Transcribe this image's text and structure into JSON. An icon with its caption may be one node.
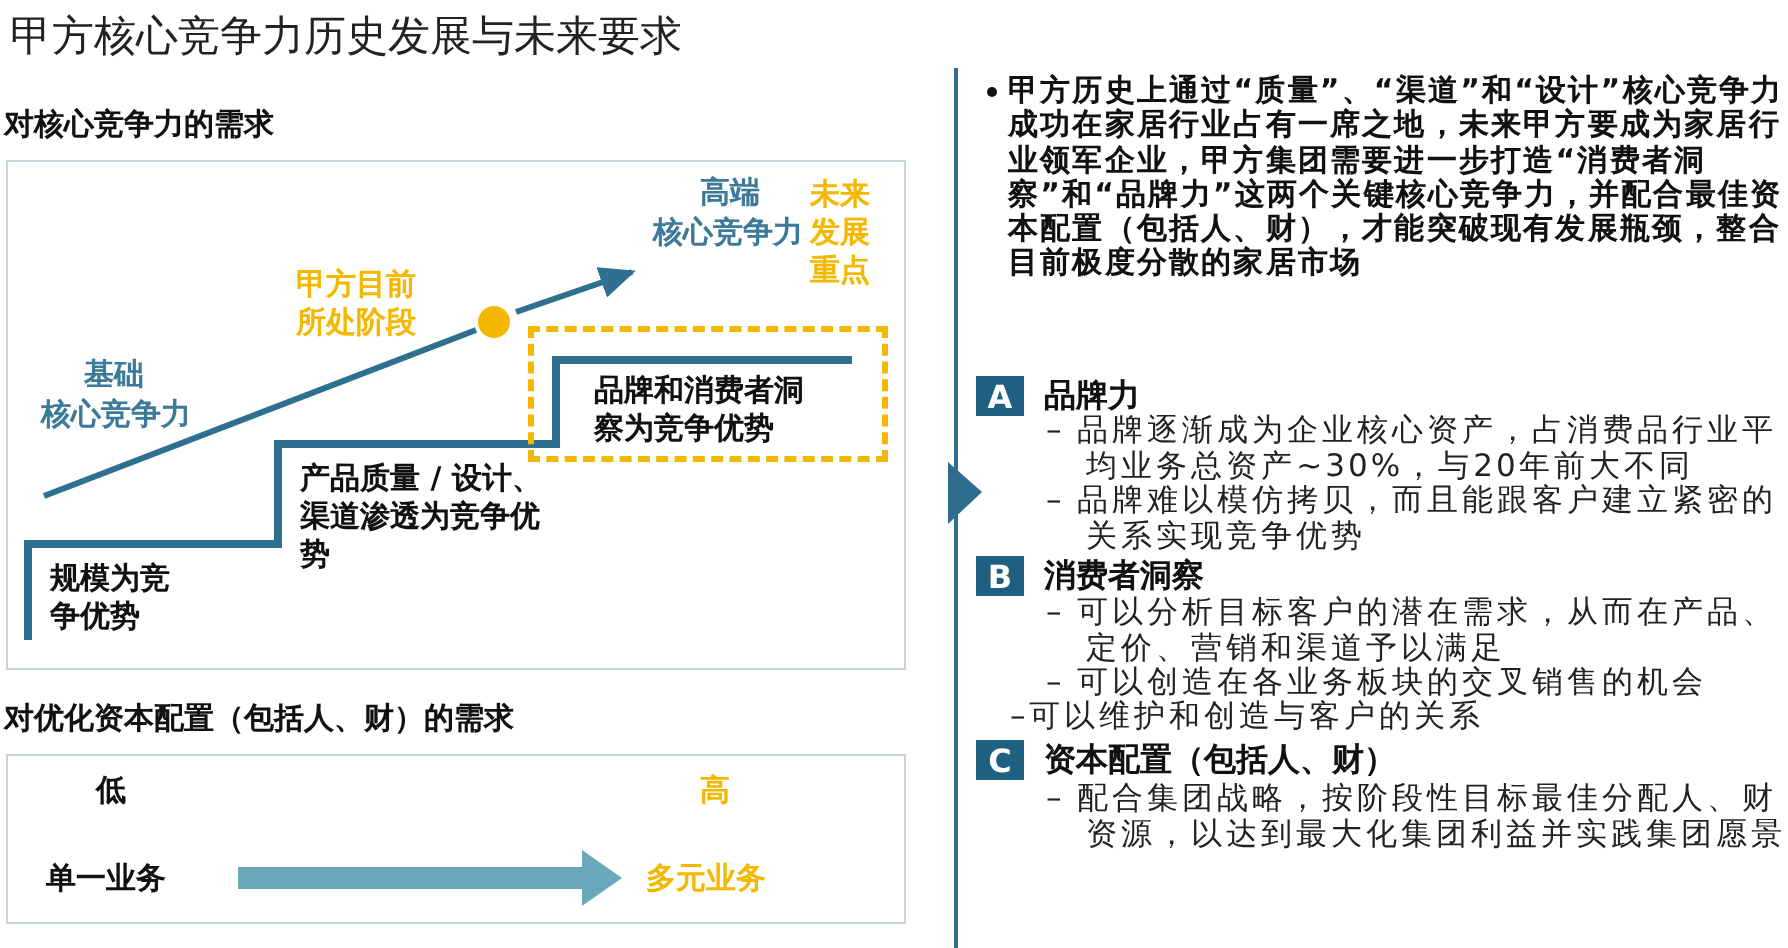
{
  "diagram": {
    "title": "甲方核心竞争力历史发展与未来要求",
    "nodes": [
      {
        "text": [
          "对核心竞争力的需求"
        ]
      },
      {
        "text": [
          "品牌和消费者洞察为竞争优势"
        ],
        "in": 0
      },
      {
        "text": [
          "对优化资本配置（包括人、财）的需求"
        ]
      },
      {
        "text": [
          "单一业务"
        ],
        "in": 2
      },
      {
        "text": [
          "多元业务"
        ],
        "in": 2
      },
      {
        "text": [
          "A"
        ],
        "beside": [
          "品牌力"
        ]
      },
      {
        "text": [
          "B"
        ],
        "beside": [
          "消费者洞察"
        ]
      },
      {
        "text": [
          "C"
        ],
        "beside": [
          "资本配置（包括人、财）"
        ]
      }
    ],
    "edges": [
      {
        "from": 3,
        "to": 4,
        "arrow": "to",
        "color": "#6aa8bc"
      }
    ],
    "labels": [
      "高端",
      "核心竞争力",
      "未来发展重点",
      "甲方目前所处阶段",
      "基础",
      "核心竞争力",
      "产品质量 / 设计、渠道渗透为竞争优势",
      "规模为竞争优势",
      "低",
      "高",
      "甲方历史上通过“质量”、“渠道”和“设计”核心竞争力成功在家居行业占有一席之地，未来甲方要成为家居行业领军企业，甲方集团需要进一步打造“消费者洞察”和“品牌力”这两个关键核心竞争力，并配合最佳资本配置（包括人、财），才能突破现有发展瓶颈，整合目前极度分散的家居市场",
      "– 品牌逐渐成为企业核心资产，占消费品行业平均业务总资产~30%，与20年前大不同",
      "– 品牌难以模仿拷贝，而且能跟客户建立紧密的关系实现竞争优势",
      "– 可以分析目标客户的潜在需求，从而在产品、定价、营销和渠道予以满足",
      "– 可以创造在各业务板块的交叉销售的机会",
      "–可以维护和创造与客户的关系",
      "– 配合集团战略，按阶段性目标最佳分配人、财资源，以达到最大化集团利益并实践集团愿景"
    ]
  }
}
